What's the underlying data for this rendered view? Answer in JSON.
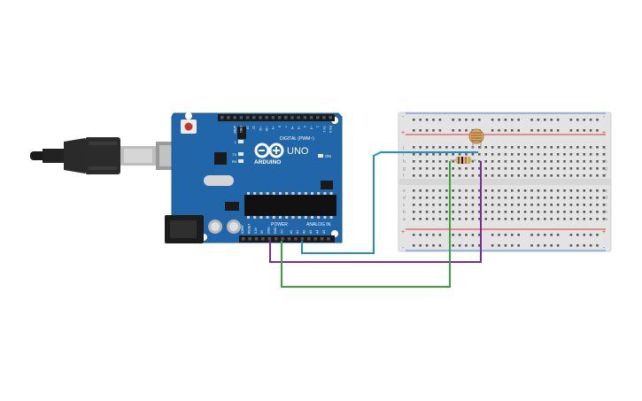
{
  "arduino": {
    "brand": "ARDUINO",
    "model": "UNO",
    "on_label": "ON",
    "l_label": "L",
    "tx_label": "TX",
    "rx_label": "RX",
    "digital_label": "DIGITAL (PWM~)",
    "power_label": "POWER",
    "analog_label": "ANALOG IN",
    "aref_label": "AREF",
    "gnd_label": "GND",
    "power_pins": [
      "IOREF",
      "RESET",
      "3.3V",
      "5V",
      "GND",
      "GND",
      "Vin"
    ],
    "analog_pins": [
      "A0",
      "A1",
      "A2",
      "A3",
      "A4",
      "A5"
    ],
    "digital_pins": [
      "13",
      "12",
      "~11",
      "~10",
      "~9",
      "8",
      "7",
      "~6",
      "~5",
      "4",
      "~3",
      "2",
      "TX 1",
      "RX 0"
    ]
  },
  "breadboard": {
    "row_letters_top": [
      "j",
      "i",
      "h",
      "g",
      "f"
    ],
    "row_letters_bottom": [
      "e",
      "d",
      "c",
      "b",
      "a"
    ],
    "rail_plus": "+",
    "rail_minus": "-",
    "column_count": 30
  },
  "colors": {
    "board": "#2066a8",
    "board_edge": "#1a5a94",
    "wire_blue": "#1f8fce",
    "wire_purple": "#7a2c90",
    "wire_green": "#3aa43a",
    "rail_red": "#d83a3a",
    "rail_blue": "#3a6fd8"
  },
  "icons": {
    "usb_cable": "usb-cable-icon",
    "infinity_logo": "arduino-infinity-icon",
    "photoresistor": "photoresistor-icon",
    "resistor": "resistor-icon"
  }
}
